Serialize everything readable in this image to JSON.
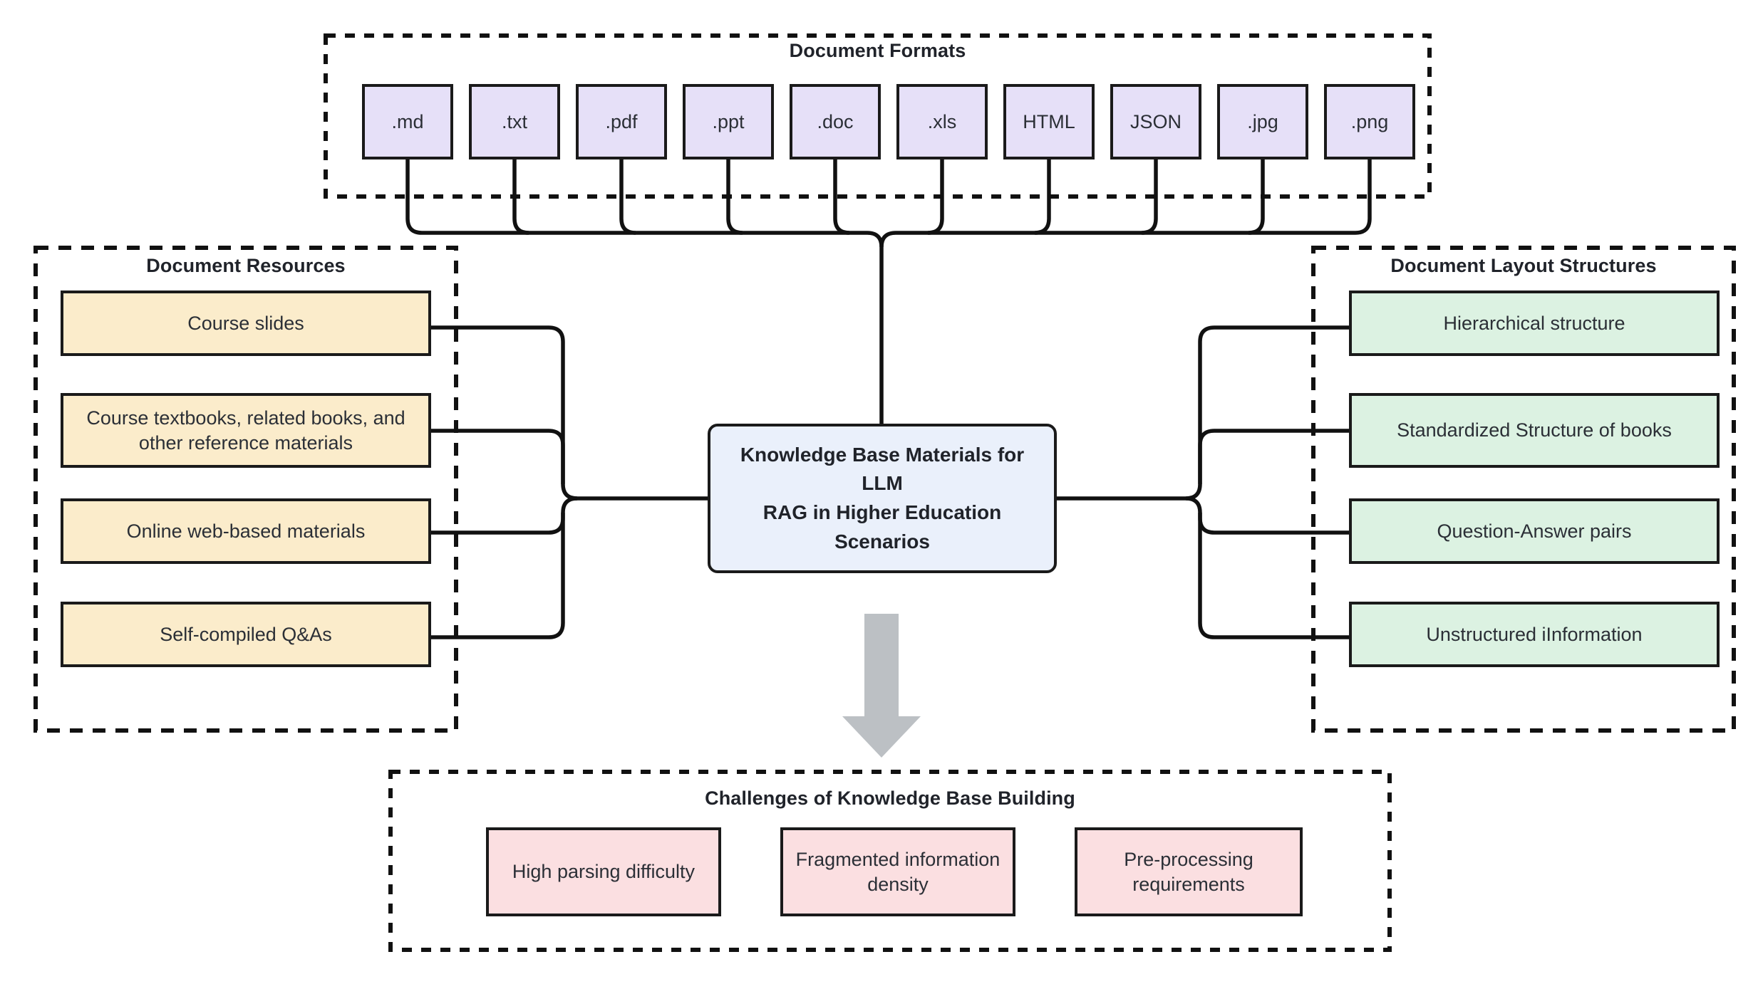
{
  "diagram": {
    "title_center": "Knowledge Base Materials for LLM\nRAG  in Higher Education Scenarios",
    "panels": {
      "formats": {
        "title": "Document Formats",
        "items": [
          {
            "label": ".md"
          },
          {
            "label": ".txt"
          },
          {
            "label": ".pdf"
          },
          {
            "label": ".ppt"
          },
          {
            "label": ".doc"
          },
          {
            "label": ".xls"
          },
          {
            "label": "HTML"
          },
          {
            "label": "JSON"
          },
          {
            "label": ".jpg"
          },
          {
            "label": ".png"
          }
        ]
      },
      "resources": {
        "title": "Document Resources",
        "items": [
          {
            "label": "Course slides"
          },
          {
            "label": "Course textbooks, related books, and other reference materials"
          },
          {
            "label": "Online web-based materials"
          },
          {
            "label": "Self-compiled Q&As"
          }
        ]
      },
      "layouts": {
        "title": "Document Layout Structures",
        "items": [
          {
            "label": "Hierarchical structure"
          },
          {
            "label": "Standardized Structure of books"
          },
          {
            "label": "Question-Answer pairs"
          },
          {
            "label": "Unstructured iInformation"
          }
        ]
      },
      "challenges": {
        "title": "Challenges of Knowledge Base Building",
        "items": [
          {
            "label": "High parsing difficulty"
          },
          {
            "label": "Fragmented information density"
          },
          {
            "label": "Pre-processing requirements"
          }
        ]
      }
    },
    "colors": {
      "format_fill": "#e6e0f8",
      "resource_fill": "#fbeccb",
      "layout_fill": "#dcf2e2",
      "challenge_fill": "#fbdfe1",
      "center_fill": "#eaf0fb",
      "stroke": "#1a1a1a",
      "arrow_fill": "#bcc0c4"
    }
  }
}
